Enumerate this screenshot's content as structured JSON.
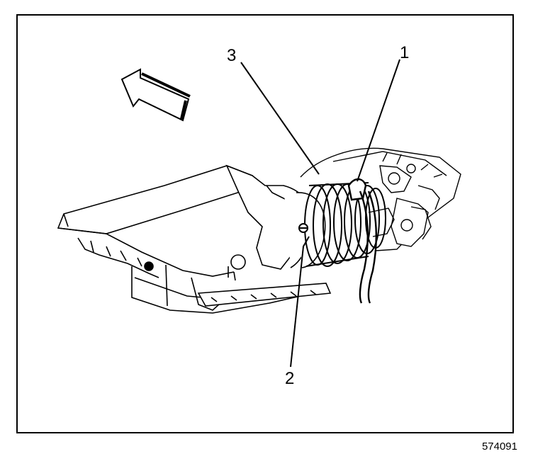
{
  "callouts": {
    "one": "1",
    "two": "2",
    "three": "3"
  },
  "figure_number": "574091",
  "colors": {
    "ink": "#000000",
    "paper": "#ffffff"
  },
  "icons": {
    "direction_arrow": "forward-arrow-icon"
  }
}
